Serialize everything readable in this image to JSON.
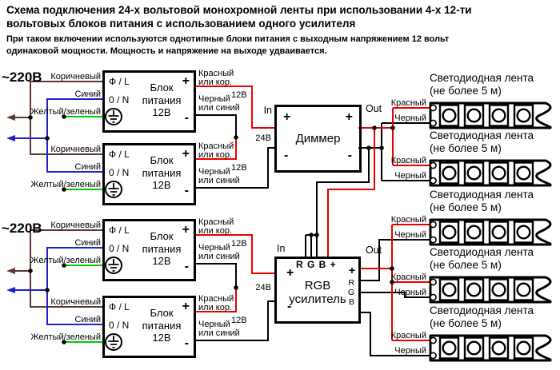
{
  "diagram": {
    "title_line1": "Схема подключения 24-х вольтовой монохромной ленты при использовании 4-х 12-ти",
    "title_line2": "вольтовых блоков питания с использованием одного усилителя",
    "subtitle_line1": "При таком включении используются однотипные блоки питания с выходным напряжением 12 вольт",
    "subtitle_line2": "одинаковой мощности. Мощность и напряжение на выходе удваивается."
  },
  "mains": {
    "voltage": "~220В"
  },
  "wire_labels": {
    "brown": "Коричневый",
    "blue": "Синий",
    "ground": "Желтый/зеленый",
    "red_or_brown_line1": "Красный",
    "red_or_brown_line2": "или кор.",
    "black_or_blue_line1": "Черный",
    "black_or_blue_line2": "или синий",
    "v12": "12В",
    "v24": "24В",
    "red": "Красный",
    "black": "Черный"
  },
  "psu": {
    "line_terminal": "Ф / L",
    "neutral_terminal": "0 / N",
    "name_line1": "Блок",
    "name_line2": "питания",
    "name_line3": "12В",
    "plus": "+",
    "minus": "-"
  },
  "dimmer": {
    "name": "Диммер",
    "in_label": "In",
    "out_label": "Out",
    "plus": "+",
    "minus": "-"
  },
  "amplifier": {
    "name_line1": "RGB",
    "name_line2": "усилитель",
    "in_label": "In",
    "out_label": "Out",
    "input_terminals": "R G B +",
    "plus": "+",
    "minus": "-",
    "out_plus": "+",
    "out_r": "R",
    "out_g": "G",
    "out_b": "B"
  },
  "strip": {
    "title": "Светодиодная лента",
    "subtitle": "(не более 5 м)"
  },
  "colors": {
    "wire_red": "#ee0000",
    "wire_black": "#000000",
    "wire_brown": "#5d3a31",
    "wire_blue": "#2121cc",
    "wire_green": "#00cc00"
  }
}
